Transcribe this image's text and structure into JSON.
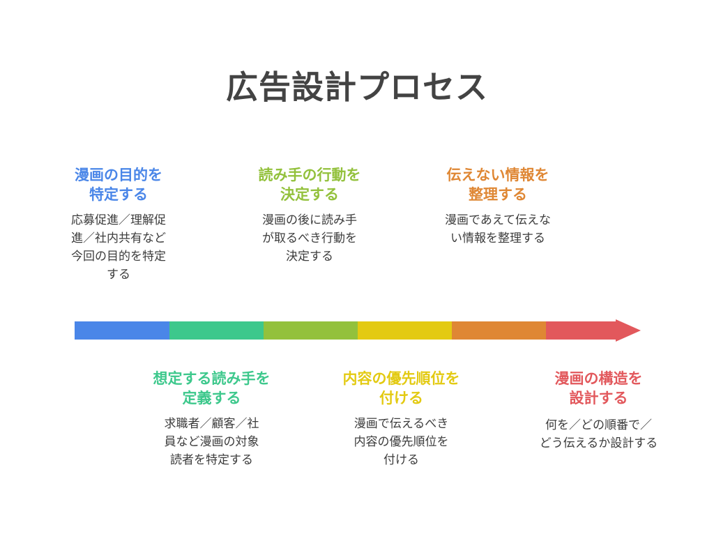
{
  "title": "広告設計プロセス",
  "colors": {
    "title": "#434343",
    "body_text": "#3c3c3c",
    "background": "#ffffff",
    "step1": "#4a86e8",
    "step2": "#3dc88c",
    "step3": "#93c13c",
    "step4": "#e3ca12",
    "step5": "#df8734",
    "step6": "#e2585c"
  },
  "arrow": {
    "name": "process-arrow",
    "direction": "right",
    "segment_count": 6,
    "segment_colors": [
      "#4a86e8",
      "#3dc88c",
      "#93c13c",
      "#e3ca12",
      "#df8734",
      "#e2585c"
    ]
  },
  "steps": [
    {
      "index": 1,
      "position": "top",
      "heading": "漫画の目的を\n特定する",
      "description": "応募促進／理解促\n進／社内共有など\n今回の目的を特定\nする",
      "color": "#4a86e8"
    },
    {
      "index": 2,
      "position": "bottom",
      "heading": "想定する読み手を\n定義する",
      "description": "求職者／顧客／社\n員など漫画の対象\n読者を特定する",
      "color": "#3dc88c"
    },
    {
      "index": 3,
      "position": "top",
      "heading": "読み手の行動を\n決定する",
      "description": "漫画の後に読み手\nが取るべき行動を\n決定する",
      "color": "#93c13c"
    },
    {
      "index": 4,
      "position": "bottom",
      "heading": "内容の優先順位を\n付ける",
      "description": "漫画で伝えるべき\n内容の優先順位を\n付ける",
      "color": "#e3ca12"
    },
    {
      "index": 5,
      "position": "top",
      "heading": "伝えない情報を\n整理する",
      "description": "漫画であえて伝えな\nい情報を整理する",
      "color": "#df8734"
    },
    {
      "index": 6,
      "position": "bottom",
      "heading": "漫画の構造を\n設計する",
      "description": "何を／どの順番で／\nどう伝えるか設計する",
      "color": "#e2585c"
    }
  ]
}
